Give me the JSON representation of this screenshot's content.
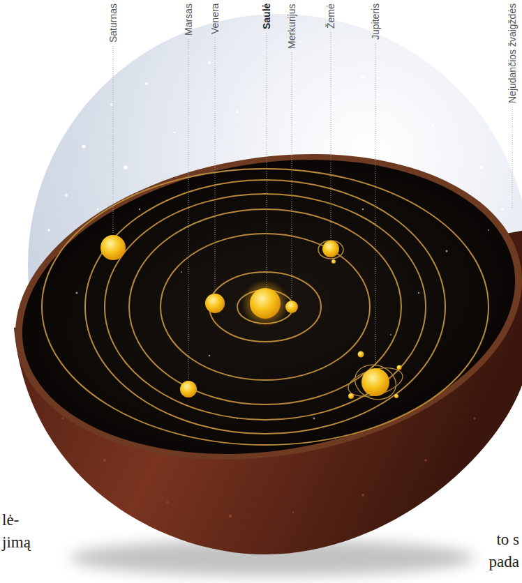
{
  "diagram": {
    "labels": [
      "Saturnas",
      "Marsas",
      "Venera",
      "Saulė",
      "Merkurijus",
      "Žemė",
      "Jupiteris",
      "Nejudančios žvaigždės",
      "lė-",
      "jimą",
      "to s",
      "pada"
    ]
  }
}
